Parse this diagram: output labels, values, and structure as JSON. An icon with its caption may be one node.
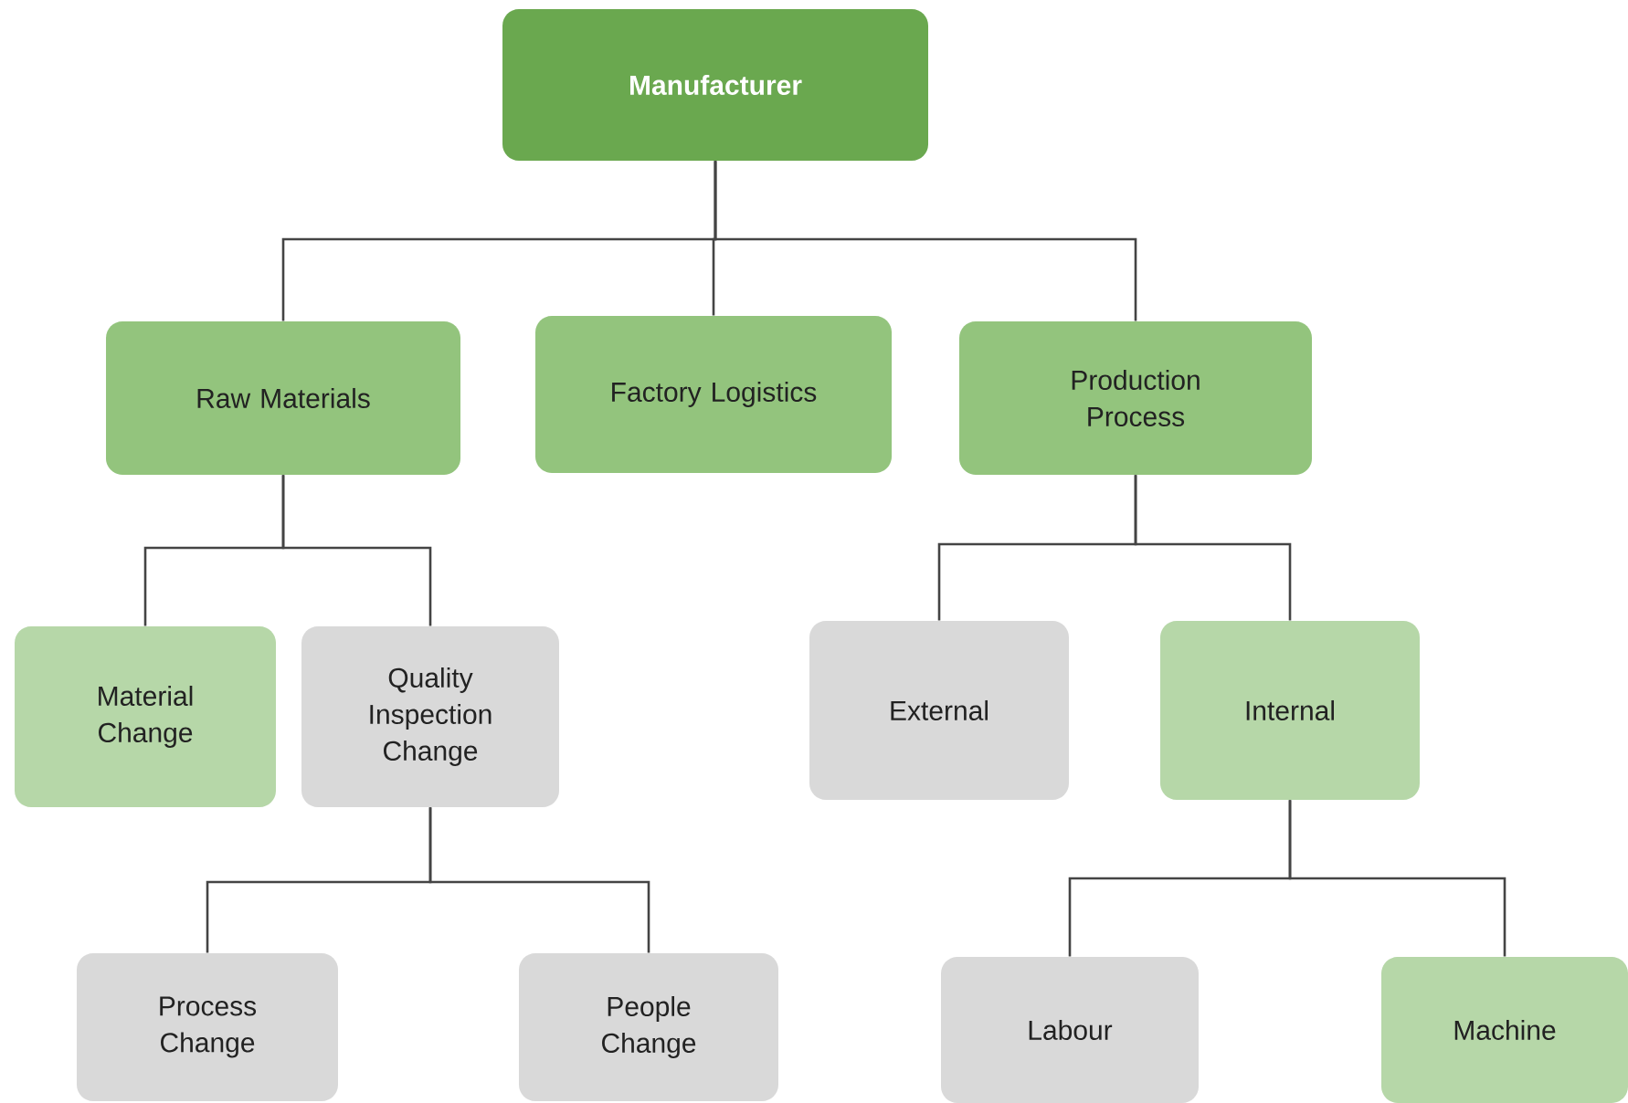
{
  "diagram": {
    "nodes": [
      {
        "text": [
          "Manufacturer"
        ]
      },
      {
        "text": [
          "Raw Materials"
        ]
      },
      {
        "text": [
          "Factory Logistics"
        ]
      },
      {
        "text": [
          "Production Process"
        ]
      },
      {
        "text": [
          "Material Change"
        ]
      },
      {
        "text": [
          "Quality Inspection Change"
        ]
      },
      {
        "text": [
          "External"
        ]
      },
      {
        "text": [
          "Internal"
        ]
      },
      {
        "text": [
          "Process Change"
        ]
      },
      {
        "text": [
          "People Change"
        ]
      },
      {
        "text": [
          "Labour"
        ]
      },
      {
        "text": [
          "Machine"
        ]
      }
    ],
    "edges": [
      {
        "from": 0,
        "to": 1,
        "arrow": "none"
      },
      {
        "from": 0,
        "to": 2,
        "arrow": "none"
      },
      {
        "from": 0,
        "to": 3,
        "arrow": "none"
      },
      {
        "from": 1,
        "to": 4,
        "arrow": "none"
      },
      {
        "from": 1,
        "to": 5,
        "arrow": "none"
      },
      {
        "from": 3,
        "to": 6,
        "arrow": "none"
      },
      {
        "from": 3,
        "to": 7,
        "arrow": "none"
      },
      {
        "from": 5,
        "to": 8,
        "arrow": "none"
      },
      {
        "from": 5,
        "to": 9,
        "arrow": "none"
      },
      {
        "from": 7,
        "to": 10,
        "arrow": "none"
      },
      {
        "from": 7,
        "to": 11,
        "arrow": "none"
      }
    ]
  }
}
